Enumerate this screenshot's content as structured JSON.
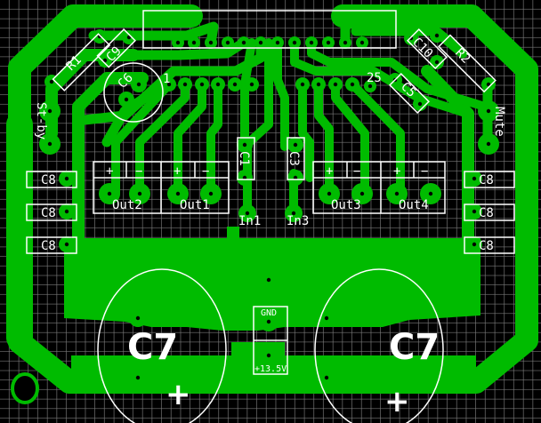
{
  "colors": {
    "copper": "#00bb00",
    "background": "#000000",
    "grid": "#7a7a7a",
    "silkscreen": "#ffffff"
  },
  "labels": {
    "r1": "R1",
    "c9": "C9",
    "c6": "C6",
    "pin1": "1",
    "stby": "St-by",
    "c1": "C1",
    "c3": "C3",
    "c10": "C10",
    "r2": "R2",
    "pin25": "25",
    "c5": "C5",
    "mute": "Mute",
    "c8": [
      "C8",
      "C8",
      "C8",
      "C8",
      "C8",
      "C8"
    ],
    "out1": "Out1",
    "out2": "Out2",
    "out3": "Out3",
    "out4": "Out4",
    "in1": "In1",
    "in3": "In3",
    "plus": "+",
    "minus": "−",
    "c7_left": "C7",
    "c7_right": "C7",
    "gnd": "GND",
    "vcc": "+13.5V"
  }
}
